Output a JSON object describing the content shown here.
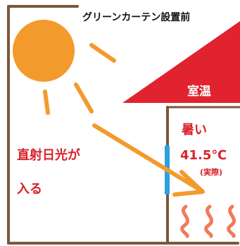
{
  "title": "グリーンカーテン設置前",
  "roof_label": "室温",
  "room": {
    "line1": "暑い",
    "temperature": "41.5℃",
    "note": "(実際)"
  },
  "sunlight_label": {
    "line1": "直射日光が",
    "line2": "入る"
  },
  "colors": {
    "sun": "#F39A2C",
    "roof": "#E0232E",
    "wall": "#7A5838",
    "text_red": "#D9232B",
    "window": "#2E9FE0",
    "heat": "#F07A5A",
    "arrow": "#F39A2C"
  },
  "icons": {
    "sun": "sun-icon",
    "arrow": "sunlight-arrow-icon",
    "heat": "heat-waves-icon"
  }
}
